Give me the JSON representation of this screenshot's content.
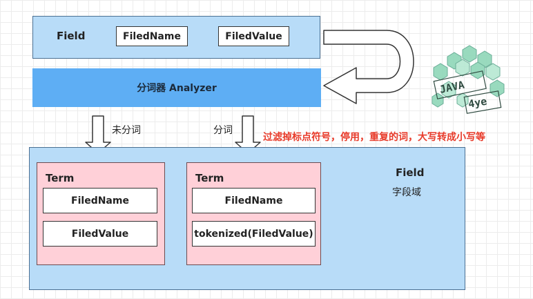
{
  "top_field": {
    "title": "Field",
    "name_box": "FiledName",
    "value_box": "FiledValue"
  },
  "analyzer": {
    "label": "分词器 Analyzer"
  },
  "arrows": {
    "left_label": "未分词",
    "right_label": "分词"
  },
  "note": "过滤掉标点符号，停用，重复的词，大写转成小写等",
  "result_field": {
    "title": "Field",
    "subtitle": "字段域"
  },
  "term_left": {
    "title": "Term",
    "name_box": "FiledName",
    "value_box": "FiledValue"
  },
  "term_right": {
    "title": "Term",
    "name_box": "FiledName",
    "value_box": "tokenized(FiledValue)"
  },
  "logo": {
    "line1": "JAVA",
    "line2": "4ye"
  },
  "colors": {
    "field_fill": "#b8dcf8",
    "analyzer_fill": "#5eaef4",
    "term_fill": "#ffd0d8",
    "note_color": "#e83b2a"
  }
}
